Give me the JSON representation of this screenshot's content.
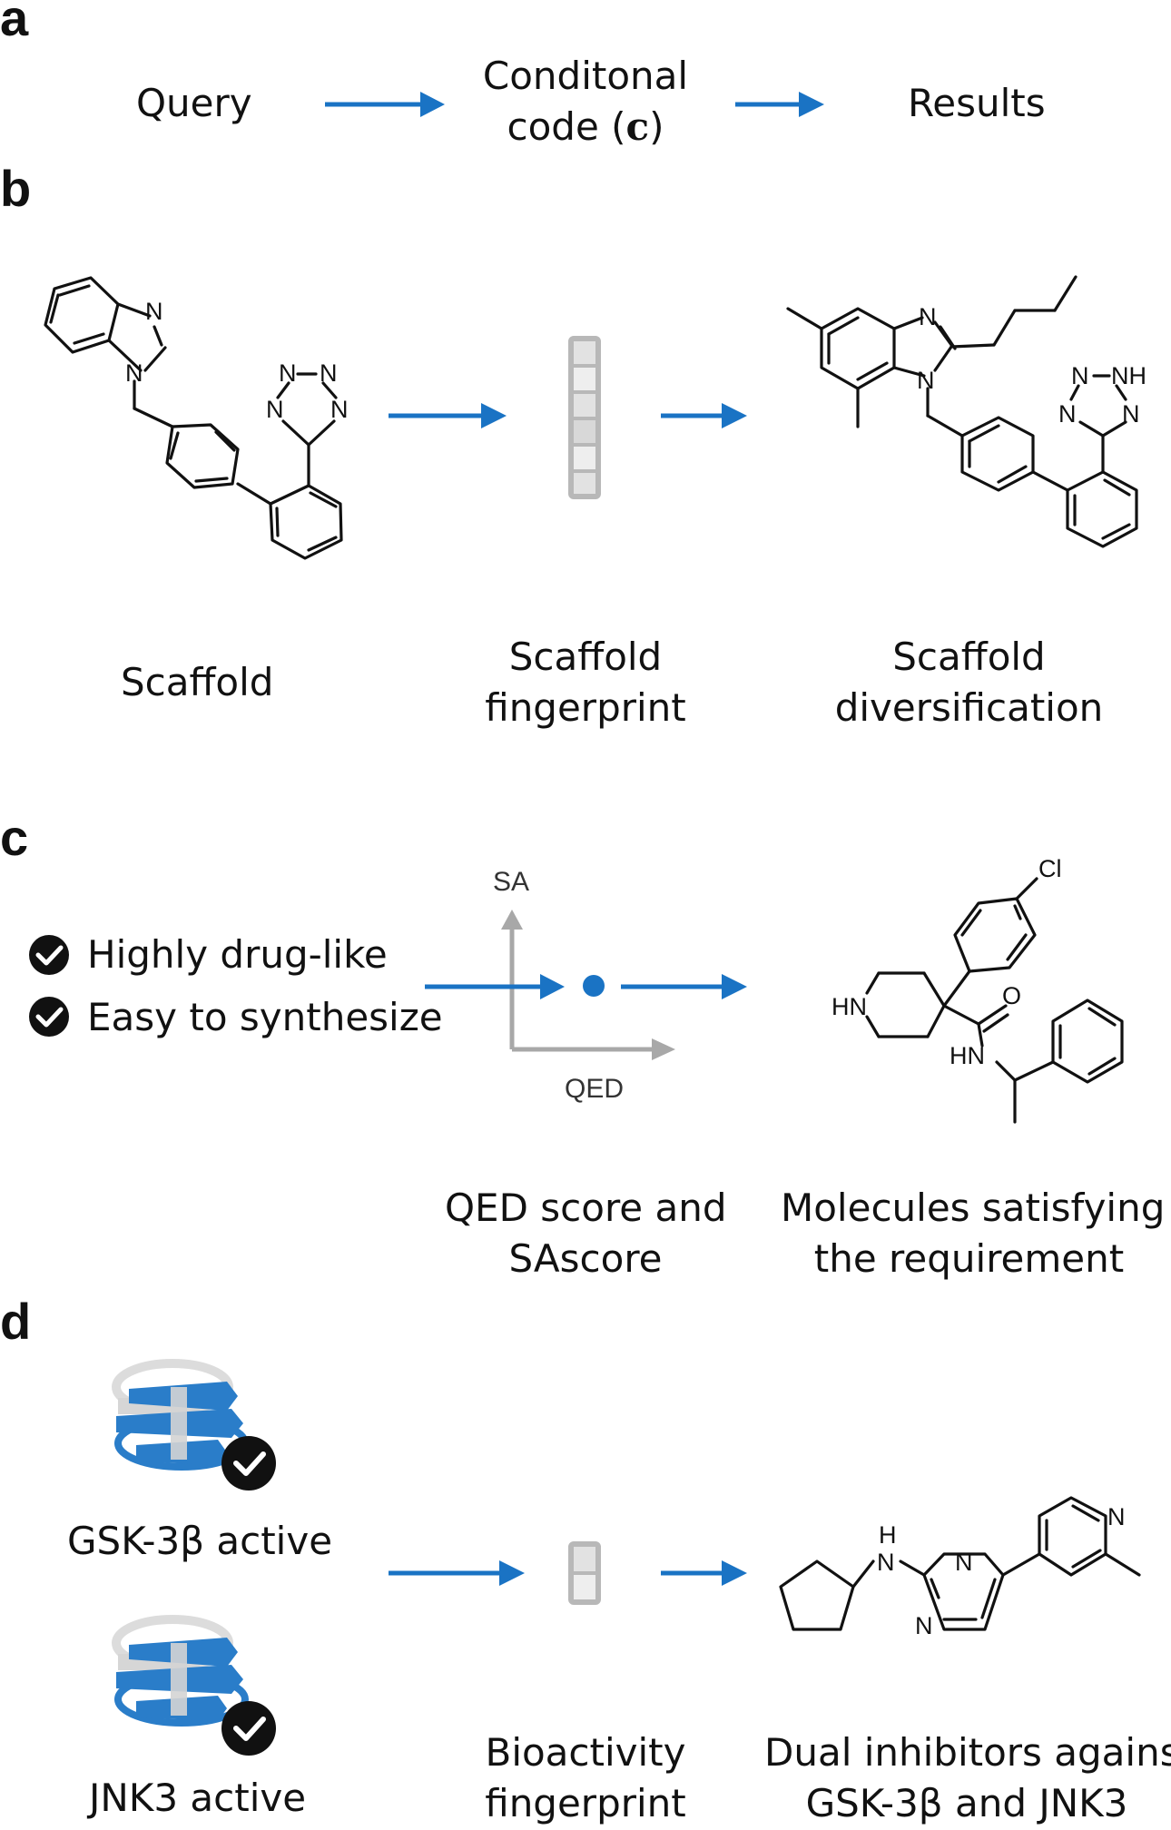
{
  "panels": {
    "a": "a",
    "b": "b",
    "c": "c",
    "d": "d"
  },
  "panel_a": {
    "query": "Query",
    "code_line1": "Conditonal",
    "code_line2_prefix": "code (",
    "code_symbol": "c",
    "code_line2_suffix": ")",
    "results": "Results"
  },
  "panel_b": {
    "scaffold": "Scaffold",
    "fingerprint_line1": "Scaffold",
    "fingerprint_line2": "fingerprint",
    "diversification_line1": "Scaffold",
    "diversification_line2": "diversification"
  },
  "panel_c": {
    "check1": "Highly drug-like",
    "check2": "Easy to synthesize",
    "axis_y": "SA",
    "axis_x": "QED",
    "score_line1": "QED score and",
    "score_line2": "SAscore",
    "molecules_line1": "Molecules satisfying",
    "molecules_line2": "the requirement"
  },
  "panel_d": {
    "gsk": "GSK-3β active",
    "jnk": "JNK3 active",
    "bio_line1": "Bioactivity",
    "bio_line2": "fingerprint",
    "dual_line1": "Dual inhibitors against",
    "dual_line2": "GSK-3β and JNK3"
  },
  "atoms": {
    "N": "N",
    "NH": "NH",
    "HN": "HN",
    "O": "O",
    "Cl": "Cl",
    "H": "H"
  },
  "colors": {
    "arrow": "#1a73c4",
    "protein": "#2a7dc9",
    "fingerprint": "#b8b8b8",
    "axis": "#a8a8a8",
    "text": "#111111"
  }
}
